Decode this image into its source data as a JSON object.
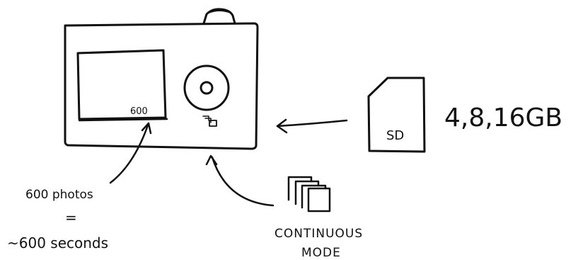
{
  "camera": {
    "screen_counter": "600",
    "mode_icon": "continuous-mode-icon"
  },
  "sd_card": {
    "label": "SD",
    "capacities": "4,8,16GB"
  },
  "annotations": {
    "photos_line1": "600 photos",
    "photos_line2": "=",
    "photos_line3": "~600 seconds",
    "continuous_line1": "CONTINUOUS",
    "continuous_line2": "MODE"
  },
  "colors": {
    "ink": "#111111",
    "paper": "#ffffff"
  }
}
